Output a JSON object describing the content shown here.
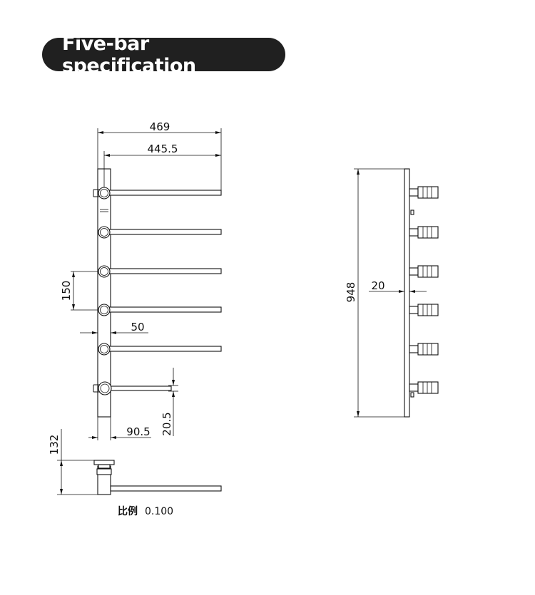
{
  "header": {
    "title": "Five-bar specification"
  },
  "front_view": {
    "dim_total_width": "469",
    "dim_bar_length": "445.5",
    "dim_bar_spacing": "150",
    "dim_post_width": "50",
    "dim_bottom_bar_offset": "20.5",
    "dim_bottom_bar_length": "90.5"
  },
  "side_view": {
    "dim_height": "948",
    "dim_depth": "20"
  },
  "top_view": {
    "dim_depth": "132"
  },
  "scale_note": {
    "label": "比例",
    "value": "0.100"
  }
}
